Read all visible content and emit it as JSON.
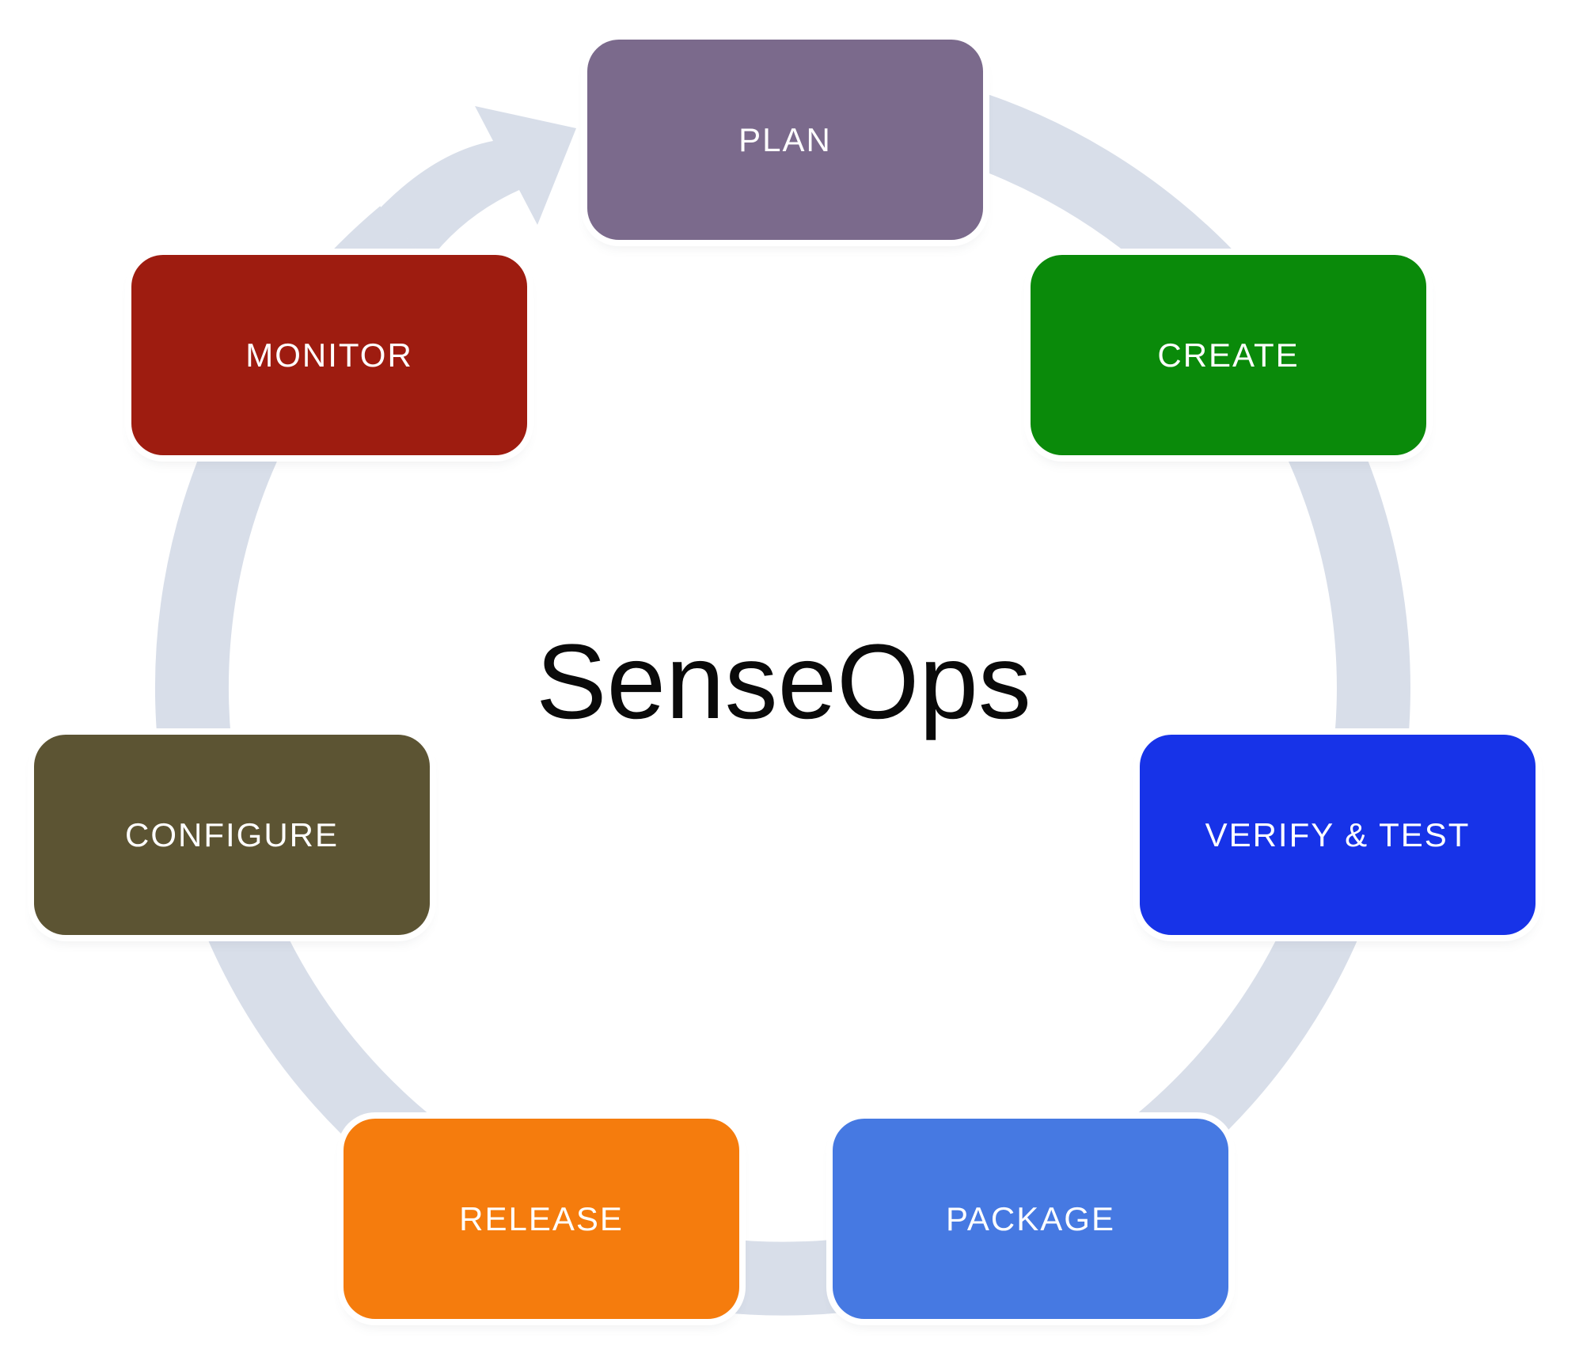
{
  "title": "SenseOps",
  "ring": {
    "color": "#D8DEE9",
    "direction": "clockwise",
    "arrow_icon": "circular-arrow"
  },
  "stages": [
    {
      "label": "PLAN",
      "color": "#7B6A8C"
    },
    {
      "label": "CREATE",
      "color": "#0A8A0A"
    },
    {
      "label": "VERIFY & TEST",
      "color": "#1733E8"
    },
    {
      "label": "PACKAGE",
      "color": "#4679E2"
    },
    {
      "label": "RELEASE",
      "color": "#F57C0D"
    },
    {
      "label": "CONFIGURE",
      "color": "#5C5433"
    },
    {
      "label": "MONITOR",
      "color": "#9E1C10"
    }
  ]
}
